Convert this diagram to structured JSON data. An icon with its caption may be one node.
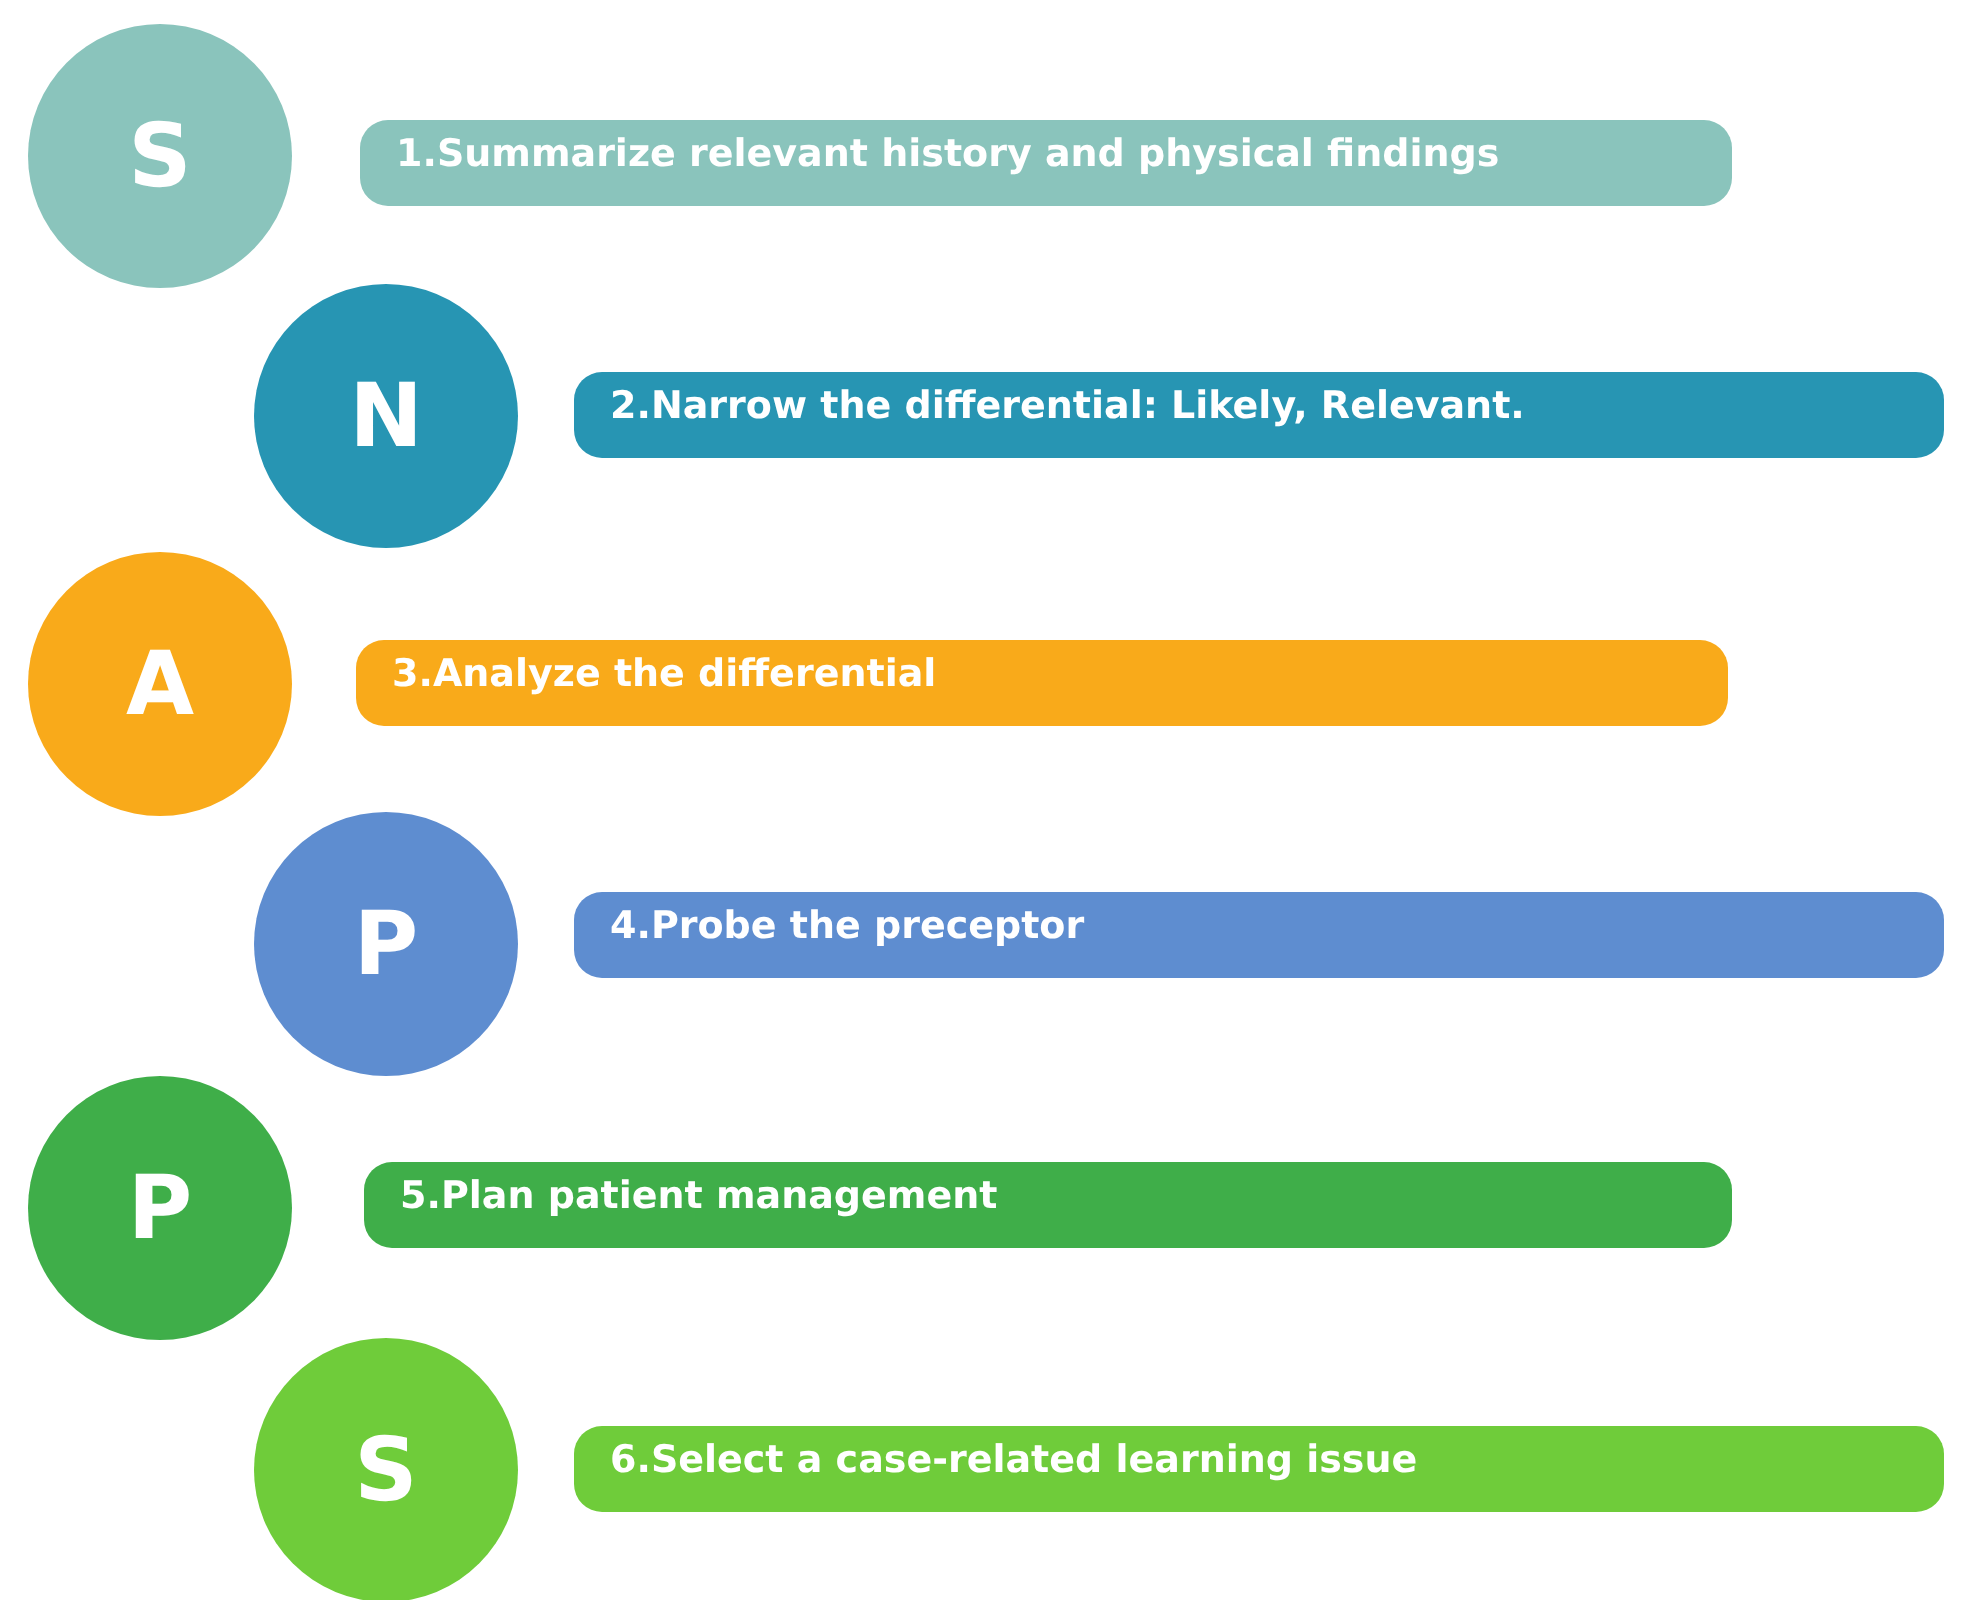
{
  "diagram": {
    "nodes": [
      {
        "text": [
          "S"
        ]
      },
      {
        "text": [
          "1.Summarize relevant history and physical findings"
        ]
      },
      {
        "text": [
          "N"
        ]
      },
      {
        "text": [
          "2.Narrow the differential: Likely, Relevant."
        ]
      },
      {
        "text": [
          "A"
        ]
      },
      {
        "text": [
          "3.Analyze the differential"
        ]
      },
      {
        "text": [
          "P"
        ]
      },
      {
        "text": [
          "4.Probe the preceptor"
        ]
      },
      {
        "text": [
          "P"
        ]
      },
      {
        "text": [
          "5.Plan patient management"
        ]
      },
      {
        "text": [
          "S"
        ]
      },
      {
        "text": [
          "6.Select a case-related learning issue"
        ]
      }
    ]
  }
}
